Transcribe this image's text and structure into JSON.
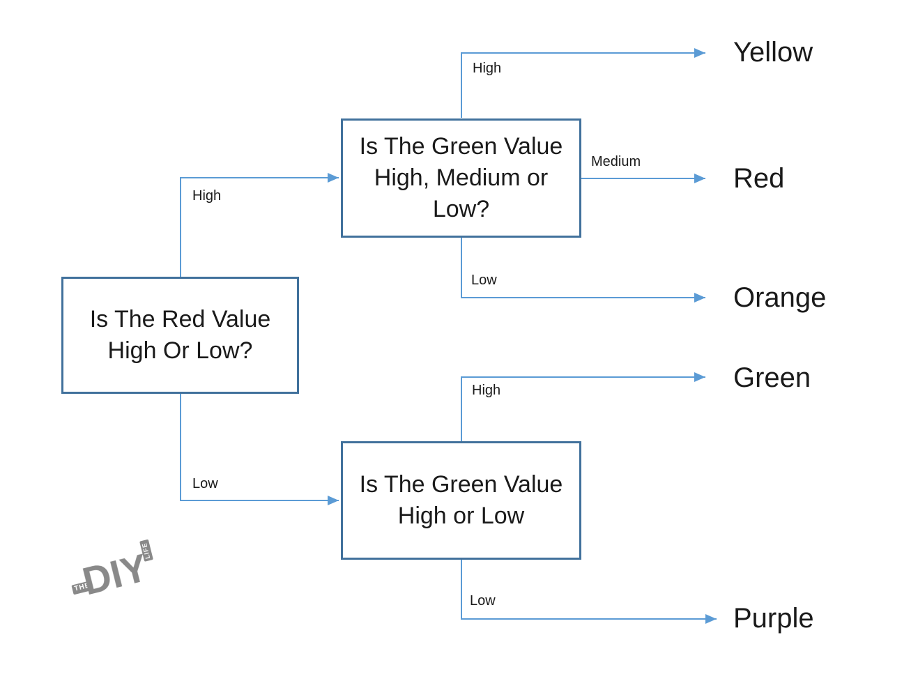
{
  "flowchart": {
    "colors": {
      "connector": "#5B9BD5",
      "node_border": "#41719C",
      "text": "#1A1A1A",
      "background": "#FFFFFF",
      "logo_gray": "#7F7F7F"
    },
    "nodes": {
      "root": {
        "text": "Is The Red Value\nHigh Or Low?"
      },
      "green_hml": {
        "text": "Is The Green Value\nHigh, Medium or\nLow?"
      },
      "green_hl": {
        "text": "Is The Green Value\nHigh or Low"
      }
    },
    "branches": {
      "root_high": "High",
      "root_low": "Low",
      "hml_high": "High",
      "hml_medium": "Medium",
      "hml_low": "Low",
      "hl_high": "High",
      "hl_low": "Low"
    },
    "outcomes": {
      "yellow": "Yellow",
      "red": "Red",
      "orange": "Orange",
      "green": "Green",
      "purple": "Purple"
    }
  },
  "logo": {
    "the": "THE",
    "diy": "DIY",
    "life": "LIFE"
  }
}
